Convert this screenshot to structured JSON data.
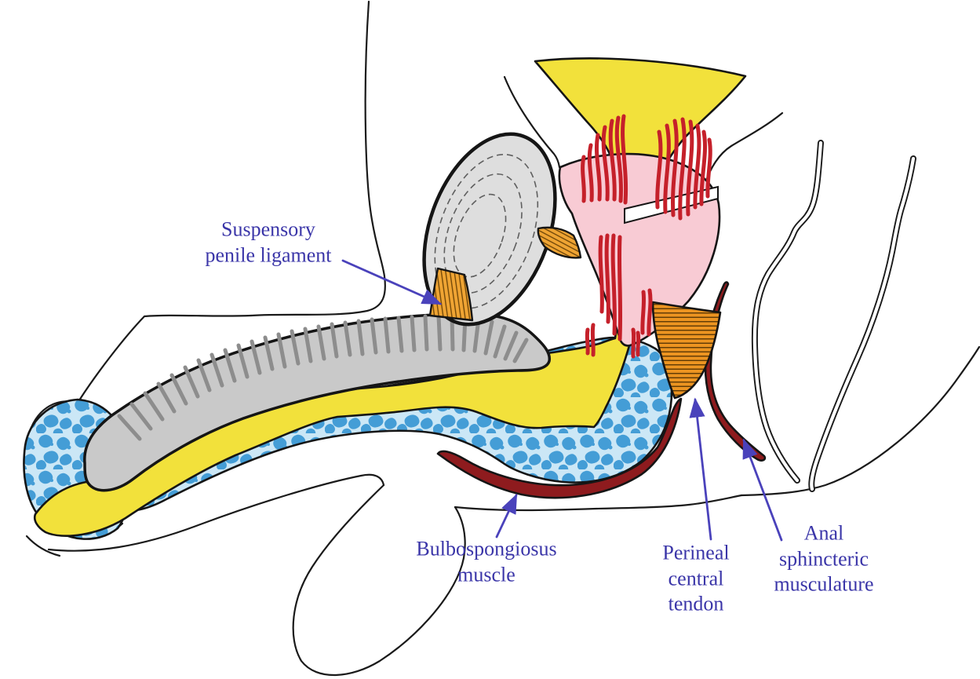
{
  "diagram": {
    "annotations": {
      "suspensory": {
        "text": "Suspensory penile ligament",
        "lines": [
          "Suspensory",
          "penile ligament"
        ]
      },
      "bulbospongiosus": {
        "text": "Bulbospongiosus muscle",
        "lines": [
          "Bulbospongiosus",
          "muscle"
        ]
      },
      "perineal": {
        "text": "Perineal central tendon",
        "lines": [
          "Perineal",
          "central",
          "tendon"
        ]
      },
      "anal": {
        "text": "Anal sphincteric musculature",
        "lines": [
          "Anal",
          "sphincteric",
          "musculature"
        ]
      }
    },
    "colors": {
      "label_text": "#3a35a8",
      "arrow": "#4a42bb",
      "urethra_bladder_yellow": "#f2e13b",
      "prostate_pink": "#f8cbd4",
      "striated_muscle_red": "#c5202a",
      "ligament_orange": "#ec9421",
      "bulbospongiosus_maroon": "#8e1b1e",
      "corpus_cavernosum_gray": "#c9c9c9",
      "pubic_symphysis_gray": "#dedede",
      "corpus_spongiosum_blue_bg": "#cbe7f6",
      "corpus_spongiosum_blue_speckle": "#449dd6",
      "outline_black": "#151515",
      "background": "#ffffff"
    }
  }
}
